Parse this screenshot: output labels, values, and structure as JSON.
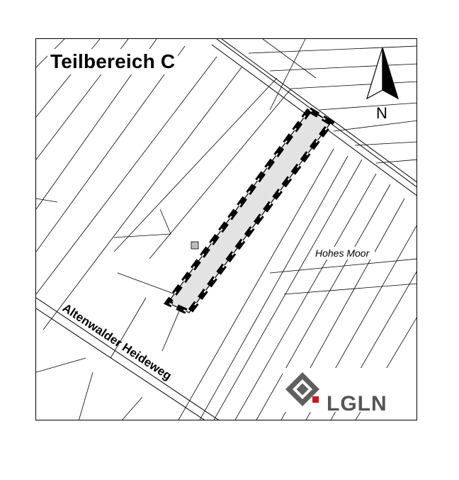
{
  "map": {
    "title": "Teilbereich C",
    "north_label": "N",
    "street_name": "Altenwalder Heideweg",
    "area_name": "Hohes Moor",
    "logo_text": "LGLN",
    "colors": {
      "plan_area_fill": "#e3e3e3",
      "boundary": "#000000",
      "logo_gray": "#555555",
      "logo_accent": "#d0121b"
    },
    "icons": [
      "north-arrow-icon",
      "lgln-logo-icon"
    ]
  }
}
